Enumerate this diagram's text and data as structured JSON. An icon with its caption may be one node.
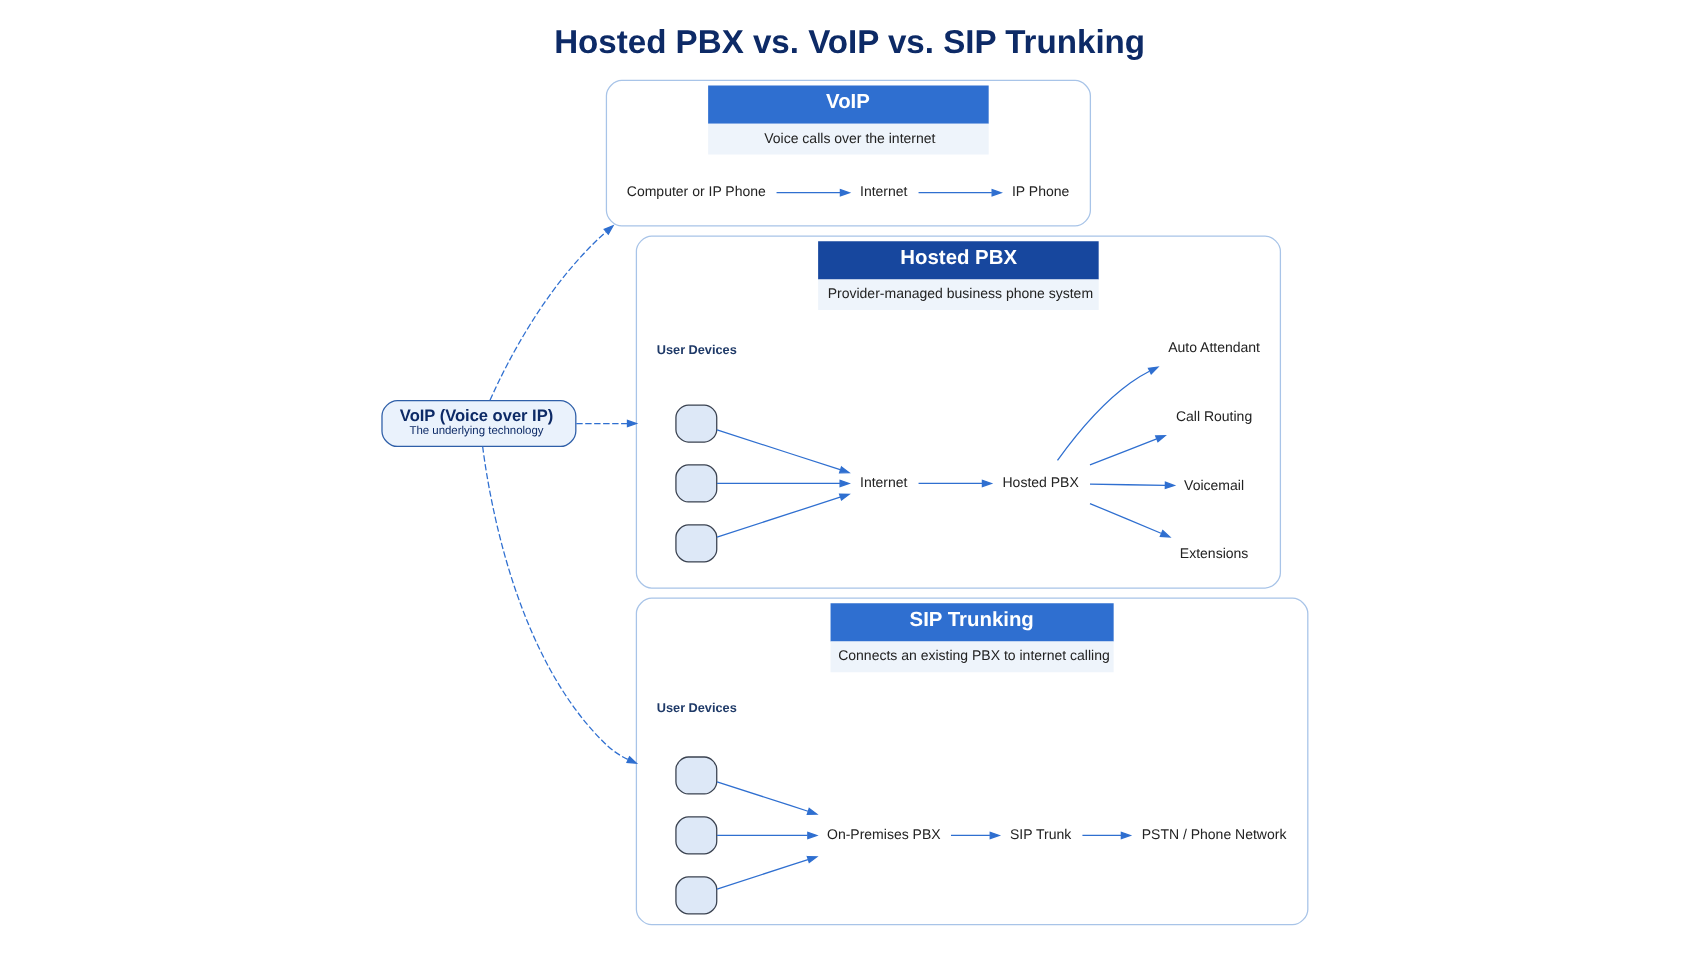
{
  "diagram": {
    "title": "Hosted PBX vs. VoIP vs. SIP Trunking",
    "nodes": [
      {
        "text": [
          "VoIP",
          "Voice calls over the internet"
        ]
      },
      {
        "text": [
          "Computer or IP Phone"
        ],
        "in": 0
      },
      {
        "text": [
          "Internet"
        ],
        "in": 0
      },
      {
        "text": [
          "IP Phone"
        ],
        "in": 0
      },
      {
        "text": [
          "Hosted PBX",
          "Provider-managed business phone system"
        ]
      },
      {
        "text": [],
        "shape": "box",
        "in": 4
      },
      {
        "text": [],
        "shape": "box",
        "in": 4
      },
      {
        "text": [],
        "shape": "box",
        "in": 4
      },
      {
        "text": [
          "Internet"
        ],
        "in": 4
      },
      {
        "text": [
          "Hosted PBX"
        ],
        "in": 4
      },
      {
        "text": [
          "Extensions"
        ],
        "in": 4
      },
      {
        "text": [
          "Voicemail"
        ],
        "in": 4
      },
      {
        "text": [
          "Call Routing"
        ],
        "in": 4
      },
      {
        "text": [
          "Auto Attendant"
        ],
        "in": 4
      },
      {
        "text": [
          "SIP Trunking",
          "Connects an existing PBX to internet calling"
        ]
      },
      {
        "text": [],
        "shape": "box",
        "in": 14
      },
      {
        "text": [],
        "shape": "box",
        "in": 14
      },
      {
        "text": [],
        "shape": "box",
        "in": 14
      },
      {
        "text": [
          "On-Premises PBX"
        ],
        "in": 14
      },
      {
        "text": [
          "SIP Trunk"
        ],
        "in": 14
      },
      {
        "text": [
          "PSTN / Phone Network"
        ],
        "in": 14
      },
      {
        "text": [
          "VoIP (Voice over IP)",
          "The underlying technology"
        ]
      }
    ],
    "edges": [
      {
        "from": 1,
        "to": 2,
        "arrow": "to"
      },
      {
        "from": 2,
        "to": 3,
        "arrow": "to"
      },
      {
        "from": 5,
        "to": 8,
        "arrow": "to"
      },
      {
        "from": 6,
        "to": 8,
        "arrow": "to"
      },
      {
        "from": 7,
        "to": 8,
        "arrow": "to"
      },
      {
        "from": 8,
        "to": 9,
        "arrow": "to"
      },
      {
        "from": 9,
        "to": 10,
        "arrow": "to"
      },
      {
        "from": 9,
        "to": 11,
        "arrow": "to"
      },
      {
        "from": 9,
        "to": 12,
        "arrow": "to"
      },
      {
        "from": 9,
        "to": 13,
        "arrow": "to"
      },
      {
        "from": 15,
        "to": 18,
        "arrow": "to"
      },
      {
        "from": 16,
        "to": 18,
        "arrow": "to"
      },
      {
        "from": 17,
        "to": 18,
        "arrow": "to"
      },
      {
        "from": 18,
        "to": 19,
        "arrow": "to"
      },
      {
        "from": 19,
        "to": 20,
        "arrow": "to"
      },
      {
        "from": 21,
        "to": 0,
        "arrow": "to",
        "style": "dashed"
      },
      {
        "from": 21,
        "to": 4,
        "arrow": "to",
        "style": "dashed"
      },
      {
        "from": 21,
        "to": 14,
        "arrow": "to",
        "style": "dashed"
      }
    ],
    "labels": [
      "User Devices",
      "User Devices"
    ]
  }
}
